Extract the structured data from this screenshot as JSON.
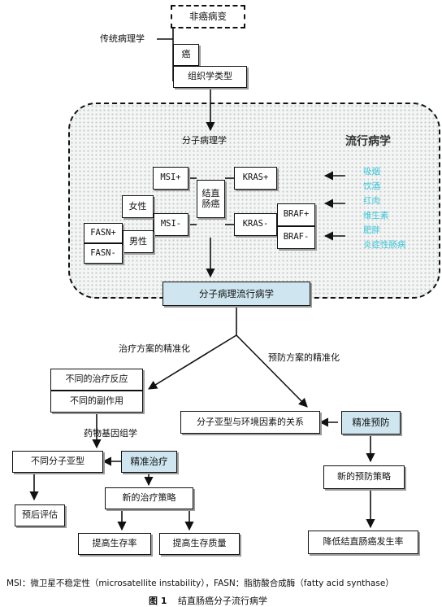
{
  "diagram": {
    "top": {
      "non_cancer": "非癌病变",
      "traditional_pathology": "传统病理学",
      "cancer": "癌",
      "histology_type": "组织学类型"
    },
    "region": {
      "molecular_pathology": "分子病理学",
      "epidemiology_title": "流行病学",
      "msi_plus": "MSI+",
      "msi_minus": "MSI-",
      "crc": "结直肠癌",
      "kras_plus": "KRAS+",
      "kras_minus": "KRAS-",
      "braf_plus": "BRAF+",
      "braf_minus": "BRAF-",
      "female": "女性",
      "male": "男性",
      "fasn_plus": "FASN+",
      "fasn_minus": "FASN-",
      "factors": [
        "吸烟",
        "饮酒",
        "红肉",
        "维生素",
        "肥胖",
        "炎症性肠病"
      ],
      "factor_color": "#39c6d8"
    },
    "mpe": "分子病理流行病学",
    "left": {
      "treatment_precision": "治疗方案的精准化",
      "diff_response": "不同的治疗反应",
      "diff_side_effects": "不同的副作用",
      "pharmacogenomics": "药物基因组学",
      "diff_subtypes": "不同分子亚型",
      "precision_treatment": "精准治疗",
      "prognosis": "预后评估",
      "new_treatment": "新的治疗策略",
      "survival_rate": "提高生存率",
      "survival_quality": "提高生存质量"
    },
    "right": {
      "prevention_precision": "预防方案的精准化",
      "subtype_env": "分子亚型与环境因素的关系",
      "precision_prevention": "精准预防",
      "new_prevention": "新的预防策略",
      "lower_incidence": "降低结直肠癌发生率"
    },
    "highlight_color": "#cfe6f0"
  },
  "caption": {
    "note": "MSI：微卫星不稳定性（microsatellite instability），FASN：脂肪酸合成酶（fatty acid synthase）",
    "figure_number": "图 1",
    "figure_title": "结直肠癌分子流行病学"
  }
}
